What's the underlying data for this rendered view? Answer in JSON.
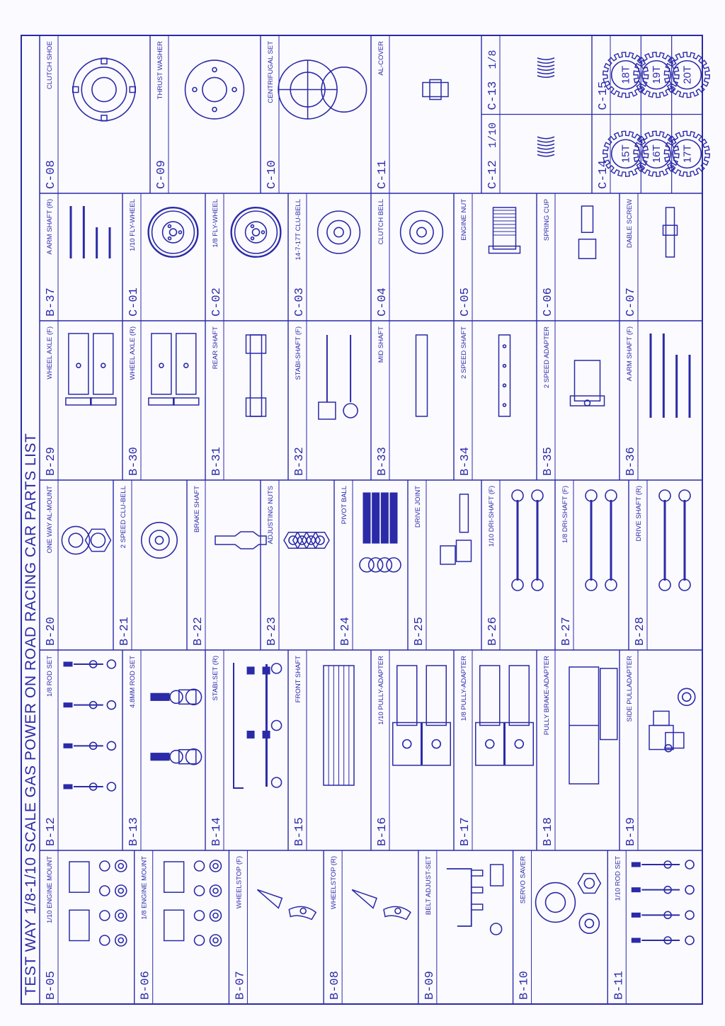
{
  "title": "TEST WAY 1/8-1/10 SCALE GAS POWER ON ROAD RACING CAR PARTS LIST",
  "ink_color": "#2b2aa8",
  "paper_color": "#fbfbff",
  "columns": [
    {
      "id": "col1",
      "parts": [
        {
          "code": "B-05",
          "name": "1/10 ENGINE MOUNT",
          "drawing": "engine-mount-icon"
        },
        {
          "code": "B-06",
          "name": "1/8 ENGINE MOUNT",
          "drawing": "engine-mount-icon"
        },
        {
          "code": "B-07",
          "name": "WHEELSTOP (F)",
          "drawing": "wheelstop-icon"
        },
        {
          "code": "B-08",
          "name": "WHEELSTOP (R)",
          "drawing": "wheelstop-icon"
        },
        {
          "code": "B-09",
          "name": "BELT ADJUST-SET",
          "drawing": "belt-adjust-icon"
        },
        {
          "code": "B-10",
          "name": "SERVO SAVER",
          "drawing": "servo-saver-icon"
        },
        {
          "code": "B-11",
          "name": "1/10 ROD SET",
          "drawing": "rod-set-icon"
        }
      ]
    },
    {
      "id": "col2",
      "parts": [
        {
          "code": "B-12",
          "name": "1/8 ROD SET",
          "drawing": "rod-set-icon"
        },
        {
          "code": "B-13",
          "name": "4.8MM ROD SET",
          "drawing": "ball-rod-icon"
        },
        {
          "code": "B-14",
          "name": "STABI.SET (R)",
          "drawing": "stabiliser-icon"
        },
        {
          "code": "B-15",
          "name": "FRONT SHAFT",
          "drawing": "front-shaft-icon"
        },
        {
          "code": "B-16",
          "name": "1/10 PULLY-ADAPTER",
          "drawing": "pulley-adapter-icon"
        },
        {
          "code": "B-17",
          "name": "1/8 PULLY-ADAPTER",
          "drawing": "pulley-adapter-icon"
        },
        {
          "code": "B-18",
          "name": "PULLY BRAKE-ADAPTER",
          "drawing": "brake-adapter-icon"
        },
        {
          "code": "B-19",
          "name": "SIDE PULLADAPTER",
          "drawing": "side-adapter-icon"
        }
      ]
    },
    {
      "id": "col3",
      "parts": [
        {
          "code": "B-20",
          "name": "ONE WAY AL-MOUNT",
          "drawing": "hex-nut-icon"
        },
        {
          "code": "B-21",
          "name": "2 SPEED CLU-BELL",
          "drawing": "clutch-bell-icon"
        },
        {
          "code": "B-22",
          "name": "BRAKE SHAFT",
          "drawing": "brake-shaft-icon"
        },
        {
          "code": "B-23",
          "name": "ADJUSTING NUTS",
          "drawing": "nut-icon"
        },
        {
          "code": "B-24",
          "name": "PIVOT BALL",
          "drawing": "pivot-ball-icon"
        },
        {
          "code": "B-25",
          "name": "DRIVE JOINT",
          "drawing": "drive-joint-icon"
        },
        {
          "code": "B-26",
          "name": "1/10 DRI-SHAFT (F)",
          "drawing": "dogbone-icon"
        },
        {
          "code": "B-27",
          "name": "1/8 DRI-SHAFT (F)",
          "drawing": "dogbone-icon"
        },
        {
          "code": "B-28",
          "name": "DRIVE SHAFT (R)",
          "drawing": "dogbone-icon"
        }
      ]
    },
    {
      "id": "col4",
      "parts": [
        {
          "code": "B-29",
          "name": "WHEEL AXLE (F)",
          "drawing": "axle-icon"
        },
        {
          "code": "B-30",
          "name": "WHEEL AXLE (R)",
          "drawing": "axle-icon"
        },
        {
          "code": "B-31",
          "name": "REAR SHAFT",
          "drawing": "rear-shaft-icon"
        },
        {
          "code": "B-32",
          "name": "STABI-SHAFT (F)",
          "drawing": "stabi-shaft-icon"
        },
        {
          "code": "B-33",
          "name": "MID SHAFT",
          "drawing": "mid-shaft-icon"
        },
        {
          "code": "B-34",
          "name": "2 SPEED SHAFT",
          "drawing": "speed-shaft-icon"
        },
        {
          "code": "B-35",
          "name": "2 SPEED ADAPTER",
          "drawing": "speed-adapter-icon"
        },
        {
          "code": "B-36",
          "name": "A ARM SHAFT (F)",
          "drawing": "arm-shaft-icon"
        }
      ]
    },
    {
      "id": "col5",
      "parts": [
        {
          "code": "B-37",
          "name": "A ARM SHAFT (R)",
          "drawing": "arm-shaft-icon"
        },
        {
          "code": "C-01",
          "name": "1/10 FLY-WHEEL",
          "drawing": "flywheel-icon"
        },
        {
          "code": "C-02",
          "name": "1/8 FLY-WHEEL",
          "drawing": "flywheel-icon"
        },
        {
          "code": "C-03",
          "name": "14-7-17T CLU-BELL",
          "drawing": "clutch-bell-icon"
        },
        {
          "code": "C-04",
          "name": "CLUTCH BELL",
          "drawing": "clutch-bell-icon"
        },
        {
          "code": "C-05",
          "name": "ENGINE NUT",
          "drawing": "engine-nut-icon"
        },
        {
          "code": "C-06",
          "name": "SPRING CUP",
          "drawing": "spring-cup-icon"
        },
        {
          "code": "C-07",
          "name": "DABLE SCREW",
          "drawing": "screw-icon"
        }
      ]
    },
    {
      "id": "col6",
      "parts": [
        {
          "code": "C-08",
          "name": "CLUTCH SHOE",
          "drawing": "clutch-shoe-icon"
        },
        {
          "code": "C-09",
          "name": "THRUST WASHER",
          "drawing": "washer-icon"
        },
        {
          "code": "C-10",
          "name": "CENTRIFUGAL SET",
          "drawing": "centrifugal-icon"
        },
        {
          "code": "C-11",
          "name": "AL-COVER",
          "drawing": "cover-icon"
        }
      ]
    }
  ],
  "springs": [
    {
      "code": "C-12",
      "label": "1/10"
    },
    {
      "code": "C-13",
      "label": "1/8"
    }
  ],
  "gears": [
    {
      "code": "C-14",
      "teeth": [
        "15T",
        "16T",
        "17T"
      ]
    },
    {
      "code": "C-15",
      "teeth": [
        "18T",
        "19T",
        "20T"
      ]
    }
  ]
}
